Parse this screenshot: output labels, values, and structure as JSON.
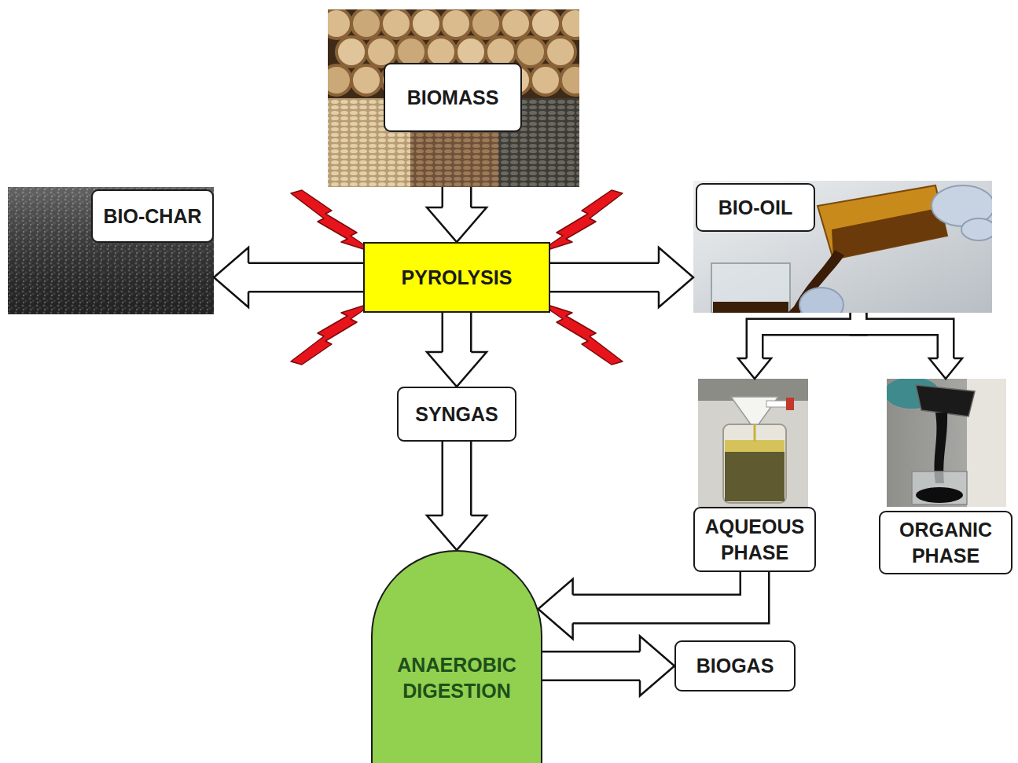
{
  "diagram": {
    "nodes": [
      {
        "text": [
          "BIOMASS"
        ]
      },
      {
        "text": [
          "BIO-CHAR"
        ]
      },
      {
        "text": [
          "PYROLYSIS"
        ]
      },
      {
        "text": [
          "BIO-OIL"
        ]
      },
      {
        "text": [
          "SYNGAS"
        ]
      },
      {
        "text": [
          "AQUEOUS PHASE"
        ]
      },
      {
        "text": [
          "ORGANIC PHASE"
        ]
      },
      {
        "text": [
          "ANAEROBIC DIGESTION"
        ]
      },
      {
        "text": [
          "BIOGAS"
        ]
      }
    ],
    "edges": [
      {
        "from": 0,
        "to": 2,
        "arrow": "to"
      },
      {
        "from": 2,
        "to": 1,
        "arrow": "to"
      },
      {
        "from": 2,
        "to": 3,
        "arrow": "to"
      },
      {
        "from": 2,
        "to": 4,
        "arrow": "to"
      },
      {
        "from": 3,
        "to": 5,
        "arrow": "to"
      },
      {
        "from": 3,
        "to": 6,
        "arrow": "to"
      },
      {
        "from": 4,
        "to": 7,
        "arrow": "to"
      },
      {
        "from": 5,
        "to": 7,
        "arrow": "to"
      },
      {
        "from": 7,
        "to": 8,
        "arrow": "to"
      }
    ]
  }
}
